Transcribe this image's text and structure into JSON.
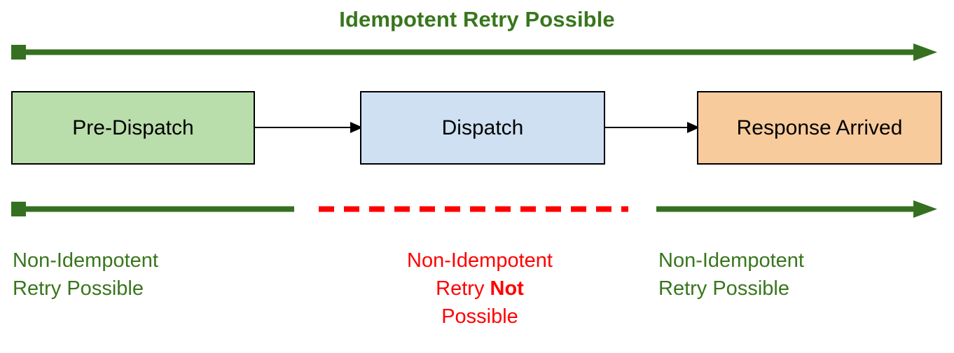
{
  "colors": {
    "green": "#38761d",
    "arrow_green": "#357021",
    "red": "#ff0000",
    "box_green_fill": "#b9ddab",
    "box_blue_fill": "#cfe0f3",
    "box_orange_fill": "#f8cb9c",
    "box_stroke": "#000000",
    "background": "#ffffff"
  },
  "top": {
    "caption": "Idempotent Retry Possible",
    "arrow": {
      "style": "solid",
      "color": "#357021",
      "start_cap": "square",
      "end_cap": "arrowhead",
      "spans_full_width": true
    }
  },
  "flow": {
    "nodes": [
      {
        "label": "Pre-Dispatch",
        "fill": "#b9ddab"
      },
      {
        "label": "Dispatch",
        "fill": "#cfe0f3"
      },
      {
        "label": "Response Arrived",
        "fill": "#f8cb9c"
      }
    ],
    "connectors": [
      {
        "from": "Pre-Dispatch",
        "to": "Dispatch",
        "style": "solid",
        "color": "#000000"
      },
      {
        "from": "Dispatch",
        "to": "Response Arrived",
        "style": "solid",
        "color": "#000000"
      }
    ]
  },
  "bottom": {
    "segments": [
      {
        "style": "solid",
        "color": "#357021",
        "start_cap": "square",
        "end_cap": "none"
      },
      {
        "style": "dashed",
        "color": "#ff0000",
        "start_cap": "none",
        "end_cap": "none"
      },
      {
        "style": "solid",
        "color": "#357021",
        "start_cap": "none",
        "end_cap": "arrowhead"
      }
    ],
    "captions": [
      {
        "color": "#38761d",
        "lines": [
          [
            {
              "text": "Non-Idempotent",
              "bold": false
            }
          ],
          [
            {
              "text": "Retry Possible",
              "bold": false
            }
          ]
        ]
      },
      {
        "color": "#ff0000",
        "lines": [
          [
            {
              "text": "Non-Idempotent",
              "bold": false
            }
          ],
          [
            {
              "text": "Retry ",
              "bold": false
            },
            {
              "text": "Not",
              "bold": true
            }
          ],
          [
            {
              "text": "Possible",
              "bold": false
            }
          ]
        ]
      },
      {
        "color": "#38761d",
        "lines": [
          [
            {
              "text": "Non-Idempotent",
              "bold": false
            }
          ],
          [
            {
              "text": "Retry Possible",
              "bold": false
            }
          ]
        ]
      }
    ]
  }
}
